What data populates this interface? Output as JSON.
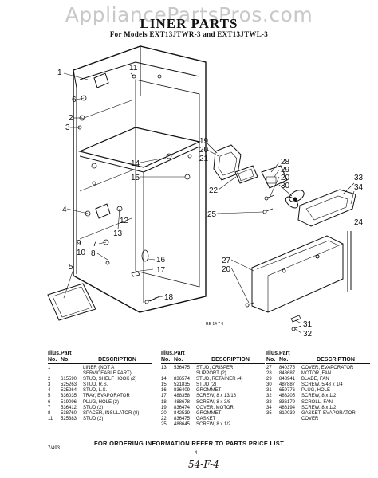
{
  "watermark": "AppliancePartsPros.com",
  "title": "LINER PARTS",
  "subtitle": "For Models EXT13JTWR-3 and EXT13JTWL-3",
  "figure_id": "RE 14 7 0",
  "callouts": [
    "1",
    "11",
    "6",
    "2",
    "3",
    "5",
    "4",
    "7",
    "8",
    "9",
    "10",
    "12",
    "13",
    "14",
    "15",
    "16",
    "17",
    "18",
    "19",
    "20",
    "22",
    "21",
    "28",
    "29",
    "20",
    "30",
    "33",
    "34",
    "25",
    "24",
    "27",
    "20",
    "31",
    "32"
  ],
  "table_header": {
    "illus": "Illus.",
    "part": "Part",
    "no": "No.",
    "partno": "No.",
    "description": "DESCRIPTION"
  },
  "parts_col1": [
    {
      "no": "1",
      "part": "",
      "desc": "LINER (NOT A"
    },
    {
      "no": "",
      "part": "",
      "desc": "SERVICEABLE PART)"
    },
    {
      "no": "2",
      "part": "615590",
      "desc": "STUD, SHELF HOOK (2)"
    },
    {
      "no": "3",
      "part": "525263",
      "desc": "STUD, R.S."
    },
    {
      "no": "4",
      "part": "525264",
      "desc": "STUD, L.S."
    },
    {
      "no": "5",
      "part": "836035",
      "desc": "TRAY, EVAPORATOR"
    },
    {
      "no": "6",
      "part": "519096",
      "desc": "PLUG, HOLE (2)"
    },
    {
      "no": "7",
      "part": "536412",
      "desc": "STUD (2)"
    },
    {
      "no": "8",
      "part": "538760",
      "desc": "SPACER, INSULATOR (8)"
    },
    {
      "no": "11",
      "part": "525383",
      "desc": "STUD (2)"
    }
  ],
  "parts_col2": [
    {
      "no": "13",
      "part": "536475",
      "desc": "STUD, CRISPER"
    },
    {
      "no": "",
      "part": "",
      "desc": "SUPPORT (2)"
    },
    {
      "no": "14",
      "part": "836574",
      "desc": "STUD, RETAINER (4)"
    },
    {
      "no": "15",
      "part": "521835",
      "desc": "STUD (2)"
    },
    {
      "no": "16",
      "part": "836409",
      "desc": "GROMMET"
    },
    {
      "no": "17",
      "part": "488358",
      "desc": "SCREW, 8 x 13/16"
    },
    {
      "no": "18",
      "part": "488678",
      "desc": "SCREW, 8 x 3/8"
    },
    {
      "no": "19",
      "part": "836474",
      "desc": "COVER, MOTOR"
    },
    {
      "no": "20",
      "part": "842539",
      "desc": "GROMMET"
    },
    {
      "no": "22",
      "part": "836475",
      "desc": "GASKET"
    },
    {
      "no": "25",
      "part": "488645",
      "desc": "SCREW, 8 x 1/2"
    }
  ],
  "parts_col3": [
    {
      "no": "27",
      "part": "840375",
      "desc": "COVER, EVAPORATOR"
    },
    {
      "no": "28",
      "part": "848687",
      "desc": "MOTOR, FAN"
    },
    {
      "no": "29",
      "part": "848941",
      "desc": "BLADE, FAN"
    },
    {
      "no": "30",
      "part": "487887",
      "desc": "SCREW, 5/48 x 1/4"
    },
    {
      "no": "31",
      "part": "659776",
      "desc": "PLUG, HOLE"
    },
    {
      "no": "32",
      "part": "488205",
      "desc": "SCREW, 8 x 1/2"
    },
    {
      "no": "33",
      "part": "836179",
      "desc": "SCROLL, FAN"
    },
    {
      "no": "34",
      "part": "486194",
      "desc": "SCREW, 8 x 1/2"
    },
    {
      "no": "35",
      "part": "810039",
      "desc": "GASKET, EVAPORATOR"
    },
    {
      "no": "",
      "part": "",
      "desc": "COVER"
    }
  ],
  "footnote": "FOR ORDERING INFORMATION REFER TO PARTS PRICE LIST",
  "page_code": "7/493",
  "page_number": "4",
  "handwritten_note": "54-F-4"
}
